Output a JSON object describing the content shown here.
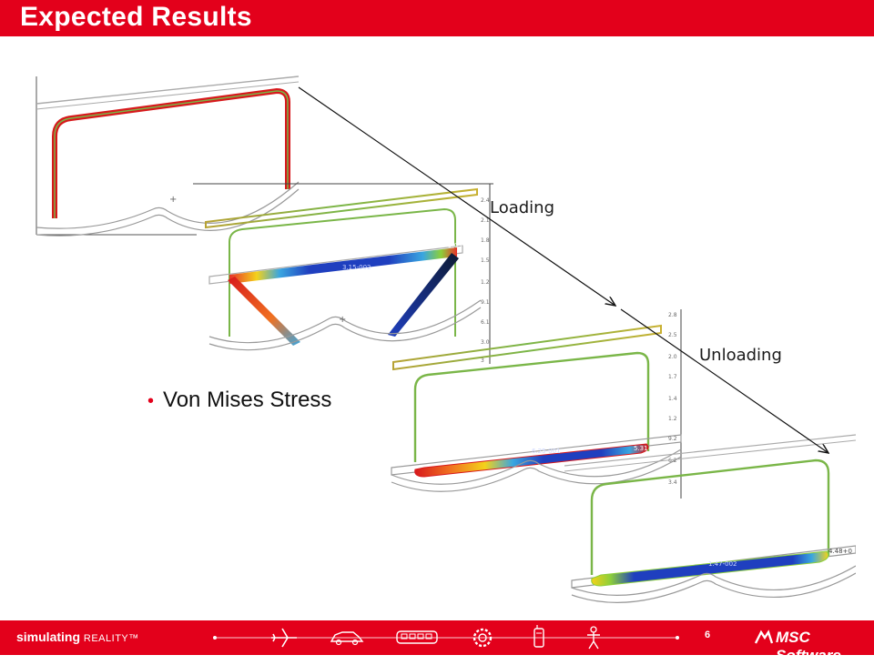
{
  "slide": {
    "title": "Expected Results",
    "bullet": "Von Mises Stress",
    "page_number": "6"
  },
  "labels": {
    "loading": "Loading",
    "unloading": "Unloading"
  },
  "footer": {
    "tagline_bold": "simulating",
    "tagline_light": "REALITY™",
    "brand": "MSC Software"
  },
  "colors": {
    "brand_red": "#e3001b",
    "outline_green": "#7ab648",
    "stress_red": "#d7191c",
    "stress_blue": "#1f3fbf"
  },
  "icons": [
    "airplane-icon",
    "car-icon",
    "train-icon",
    "gear-icon",
    "phone-icon",
    "person-icon"
  ]
}
